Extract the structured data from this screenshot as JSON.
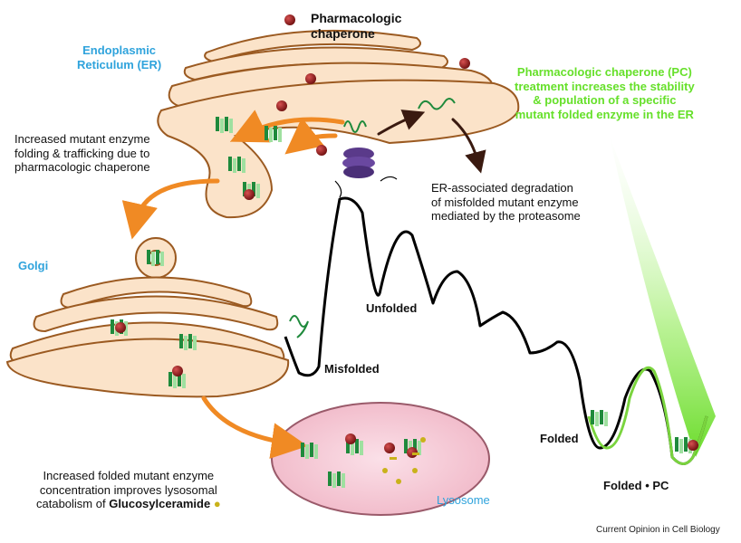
{
  "labels": {
    "pharmacologic_chaperone": [
      "Pharmacologic",
      "chaperone"
    ],
    "er": [
      "Endoplasmic",
      "Reticulum (ER)"
    ],
    "pc_effect": [
      "Pharmacologic chaperone (PC)",
      "treatment increases the stability",
      "& population of a specific",
      "mutant folded enzyme in the ER"
    ],
    "increased_folding": [
      "Increased mutant enzyme",
      "folding & trafficking due to",
      "pharmacologic chaperone"
    ],
    "erad": [
      "ER-associated degradation",
      "of misfolded mutant enzyme",
      "mediated by the proteasome"
    ],
    "golgi": "Golgi",
    "unfolded": "Unfolded",
    "misfolded": "Misfolded",
    "folded": "Folded",
    "folded_pc": "Folded • PC",
    "lysosome": "Lysosome",
    "increased_conc": [
      "Increased folded mutant enzyme",
      "concentration improves lysosomal",
      "catabolism of "
    ],
    "glucosylceramide": "Glucosylceramide",
    "credit": "Current Opinion in Cell Biology"
  },
  "colors": {
    "organelle_fill": "#fbe3c9",
    "organelle_stroke": "#9b5a21",
    "label_blue": "#2fa3dc",
    "pc_green": "#66e02a",
    "arrow_orange": "#f08a24",
    "chaperone_red": "#8e1b1b",
    "proteasome_purple": "#5a3a8a",
    "lysosome_fill": "#f4c4d0",
    "enzyme_green": "#1f8a3c"
  },
  "icons": [
    "pharmacologic-chaperone-dot-icon",
    "proteasome-icon",
    "folded-enzyme-icon",
    "misfolded-enzyme-icon",
    "glucosylceramide-icon"
  ]
}
